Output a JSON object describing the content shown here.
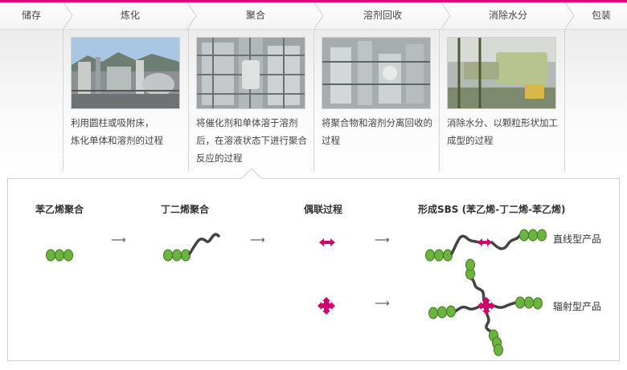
{
  "steps": [
    {
      "label": "储存"
    },
    {
      "label": "炼化"
    },
    {
      "label": "聚合"
    },
    {
      "label": "溶剂回收"
    },
    {
      "label": "消除水分"
    },
    {
      "label": "包装"
    }
  ],
  "columns": [
    {
      "photo": "refinery-photo",
      "text": "利用圆柱或吸附床，\n炼化单体和溶剂的过程"
    },
    {
      "photo": "polymerization-plant-photo",
      "text": "将催化剂和单体溶于溶剂后，在溶液状态下进行聚合反应的过程"
    },
    {
      "photo": "solvent-recovery-photo",
      "text": "将聚合物和溶剂分离回收的过程"
    },
    {
      "photo": "dewatering-machine-photo",
      "text": "消除水分、以颗粒形状加工成型的过程"
    }
  ],
  "diagram": {
    "stage_labels": [
      "苯乙烯聚合",
      "丁二烯聚合",
      "偶联过程",
      "形成SBS (苯乙烯-丁二烯-苯乙烯)"
    ],
    "arrow_glyph": "⟶",
    "linear_product": "直线型产品",
    "radial_product": "辐射型产品"
  },
  "colors": {
    "accent": "#e4007f",
    "styrene_bead": "#6cb33f",
    "butadiene_chain": "#444444",
    "coupling_agent": "#d4006f"
  }
}
